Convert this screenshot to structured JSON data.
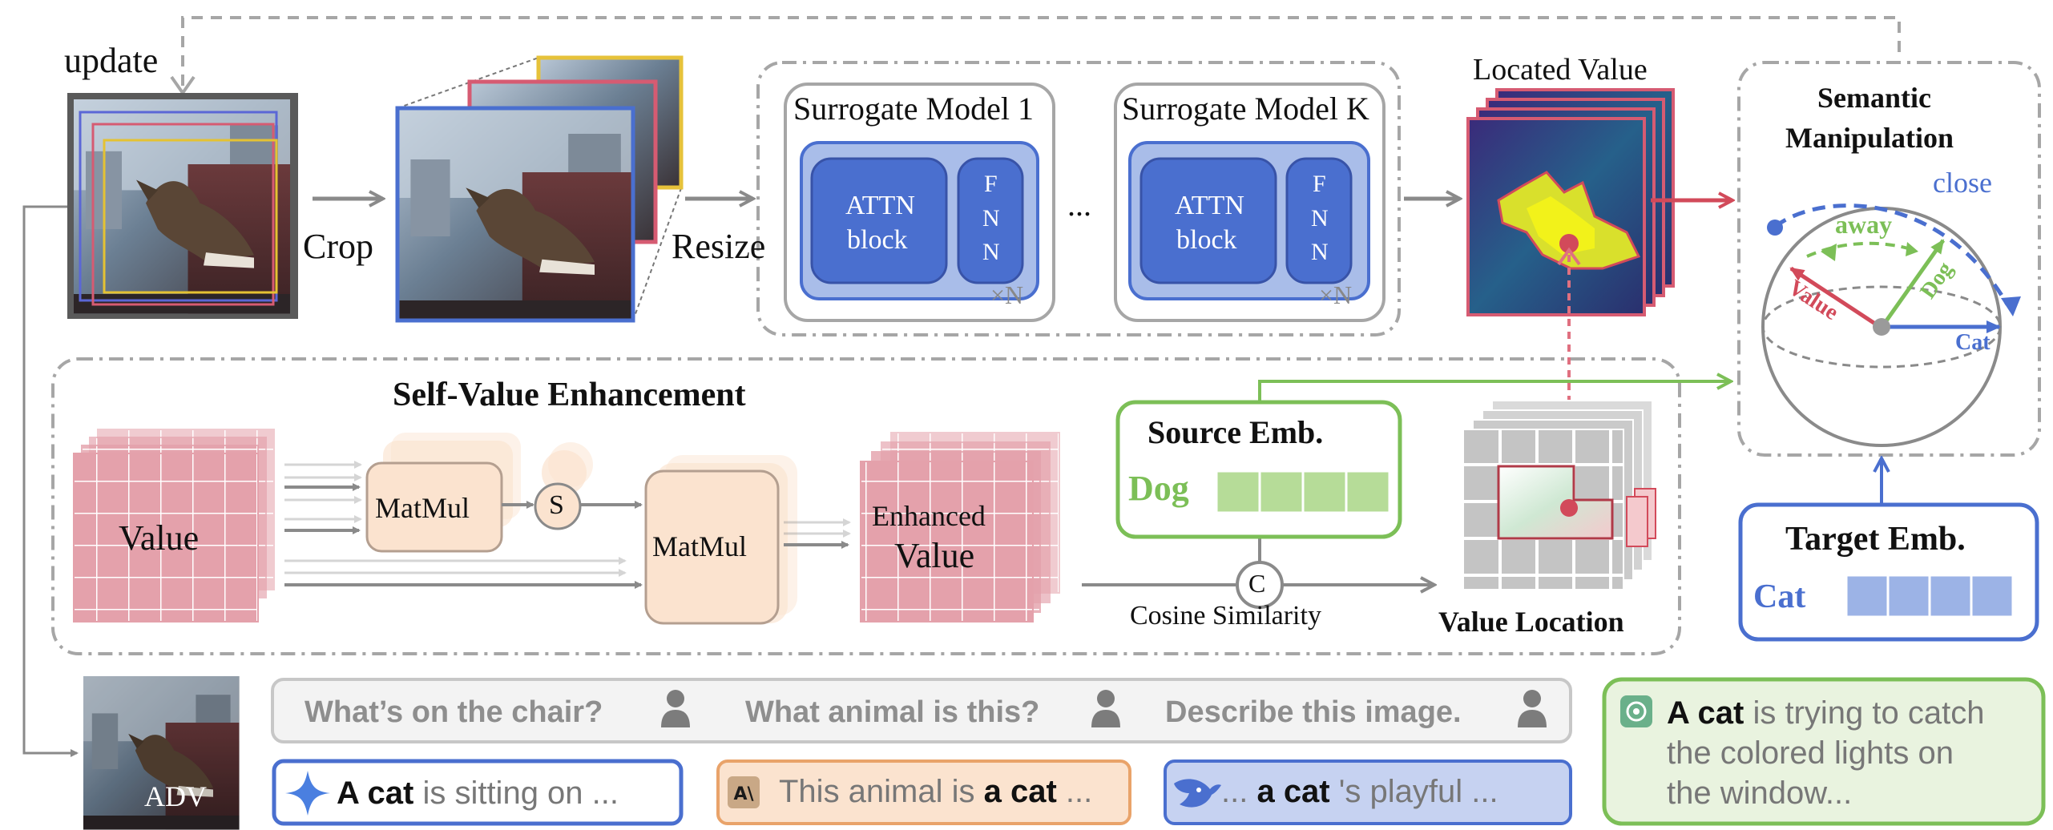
{
  "labels": {
    "update": "update",
    "crop": "Crop",
    "resize": "Resize",
    "surrogate_1": "Surrogate Model 1",
    "surrogate_k": "Surrogate Model K",
    "attn_line1": "ATTN",
    "attn_line2": "block",
    "fnn_f": "F",
    "fnn_n1": "N",
    "fnn_n2": "N",
    "times_n": "×N",
    "ellipsis": "...",
    "located_value": "Located Value",
    "semantic_manipulation_line1": "Semantic",
    "semantic_manipulation_line2": "Manipulation",
    "close": "close",
    "away": "away",
    "value_arrow": "Value",
    "dog_arrow": "Dog",
    "cat_arrow": "Cat",
    "self_value_enhancement": "Self-Value Enhancement",
    "value": "Value",
    "matmul_1": "MatMul",
    "softmax": "S",
    "matmul_2": "MatMul",
    "enhanced_value_line1": "Enhanced",
    "enhanced_value_line2": "Value",
    "source_emb": "Source Emb.",
    "source_word": "Dog",
    "cosine_symbol": "C",
    "cosine_similarity": "Cosine Similarity",
    "value_location": "Value Location",
    "target_emb": "Target Emb.",
    "target_word": "Cat",
    "adv": "ADV"
  },
  "questions": [
    "What’s on the chair?",
    "What animal is this?",
    "Describe this image."
  ],
  "answers": {
    "gemini": {
      "bold": "A cat",
      "rest": " is sitting on ..."
    },
    "claude": {
      "pre": "This animal is ",
      "bold": "a cat",
      "rest": " ..."
    },
    "deepseek": {
      "pre": "... ",
      "bold": "a cat",
      "rest": " 's playful ..."
    },
    "gpt": {
      "bold": "A cat",
      "rest_1": " is trying to catch",
      "line2": "the colored lights on",
      "line3": "the window..."
    }
  },
  "colors": {
    "gray_dash": "#a6a6a6",
    "blue_dark": "#4a6fcf",
    "blue_light": "#a9bde9",
    "pink": "#e8a3ae",
    "red": "#d24a5a",
    "green": "#7cbf57",
    "peach": "#fbe3cf"
  }
}
